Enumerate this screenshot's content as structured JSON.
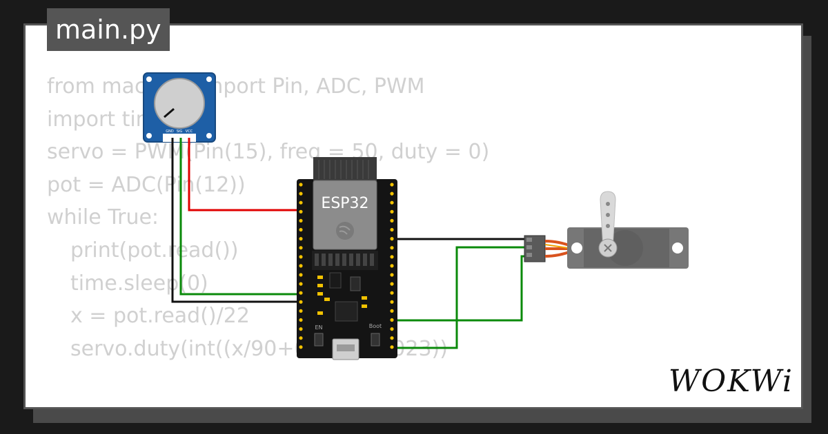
{
  "editor": {
    "file_tab": "main.py",
    "code_lines": [
      {
        "text": "from machine import Pin, ADC, PWM",
        "indent": false
      },
      {
        "text": "import time",
        "indent": false
      },
      {
        "text": "servo = PWM(Pin(15), freq = 50, duty = 0)",
        "indent": false
      },
      {
        "text": "pot = ADC(Pin(12))",
        "indent": false
      },
      {
        "text": "while True:",
        "indent": false
      },
      {
        "text": "print(pot.read())",
        "indent": true
      },
      {
        "text": "time.sleep(0)",
        "indent": true
      },
      {
        "text": "x = pot.read()/22",
        "indent": true
      },
      {
        "text": "servo.duty(int((x/90+0.5)/20*1023))",
        "indent": true
      }
    ]
  },
  "circuit": {
    "esp32_label": "ESP32",
    "boot_label": "Boot",
    "en_label": "EN",
    "pot_pins": [
      "GND",
      "SIG",
      "VCC"
    ],
    "wire_colors": {
      "power": "#e00000",
      "signal": "#0a8a0a",
      "ground": "#111111"
    }
  },
  "brand": "WOKWi"
}
